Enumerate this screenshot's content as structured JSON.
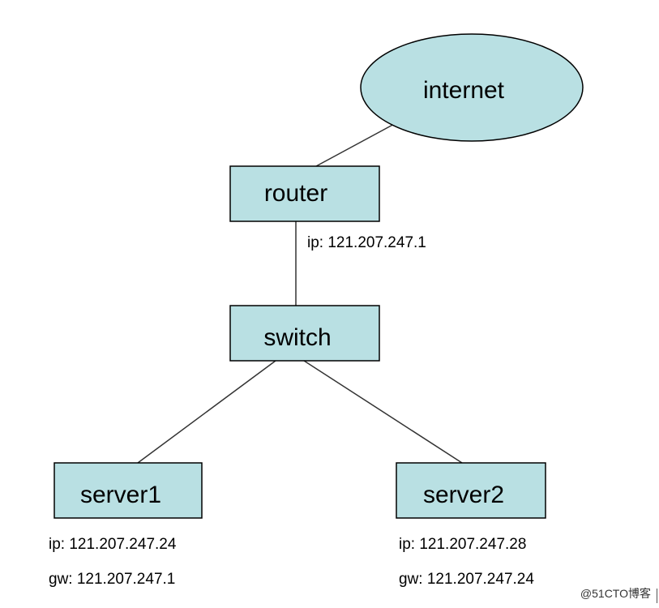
{
  "nodes": {
    "internet": "internet",
    "router": "router",
    "switch": "switch",
    "server1": "server1",
    "server2": "server2"
  },
  "addresses": {
    "router_ip": "ip: 121.207.247.1",
    "server1_ip": "ip: 121.207.247.24",
    "server1_gw": "gw: 121.207.247.1",
    "server2_ip": "ip: 121.207.247.28",
    "server2_gw": "gw: 121.207.247.24"
  },
  "watermark": "@51CTO博客",
  "colors": {
    "node_fill": "#b9e0e3",
    "node_stroke": "#000000",
    "link_stroke": "#333333"
  }
}
